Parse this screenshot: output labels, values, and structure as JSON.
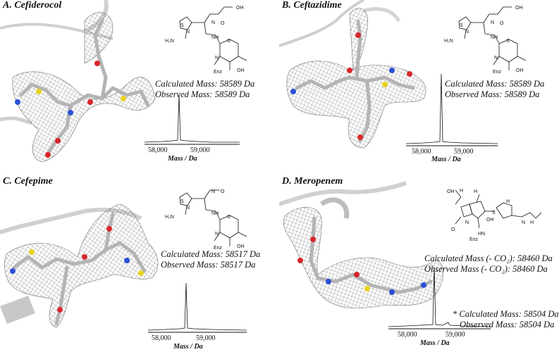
{
  "panels": [
    {
      "label": "A. Cefiderocol",
      "calculated": "Calculated Mass:  58589 Da",
      "observed": "Observed Mass:  58589 Da",
      "ticks": [
        "58,000",
        "59,000"
      ],
      "axis_title": "Mass / Da"
    },
    {
      "label": "B. Ceftazidime",
      "calculated": "Calculated Mass:  58589 Da",
      "observed": "Observed Mass:  58589 Da",
      "ticks": [
        "58,000",
        "59,000"
      ],
      "axis_title": "Mass / Da"
    },
    {
      "label": "C. Cefepime",
      "calculated": "Calculated Mass: 58517 Da",
      "observed": "Observed Mass:  58517 Da",
      "ticks": [
        "58,000",
        "59,000"
      ],
      "axis_title": "Mass / Da"
    },
    {
      "label": "D. Meropenem",
      "calculated": "Calculated Mass (- CO₂): 58460 Da",
      "observed": "Observed Mass (- CO₂):  58460 Da",
      "calculated2": "* Calculated Mass: 58504 Da",
      "observed2": "Observed Mass: 58504 Da",
      "ticks": [
        "58,000",
        "59,000"
      ],
      "axis_title": "Mass / Da"
    }
  ],
  "chem": {
    "oh": "OH",
    "o": "O",
    "n": "N",
    "s": "S",
    "h2n": "H₂N",
    "nh": "NH",
    "hn": "HN",
    "h": "H",
    "enz": "Enz",
    "cooh": "OH"
  },
  "colors": {
    "stick_carbon": "#b4b4b4",
    "stick_oxygen": "#d9262b",
    "stick_nitrogen": "#2a4fd6",
    "stick_sulfur": "#e8d21c",
    "mesh": "#3a3a3a",
    "ribbon": "#c8c8c8"
  }
}
